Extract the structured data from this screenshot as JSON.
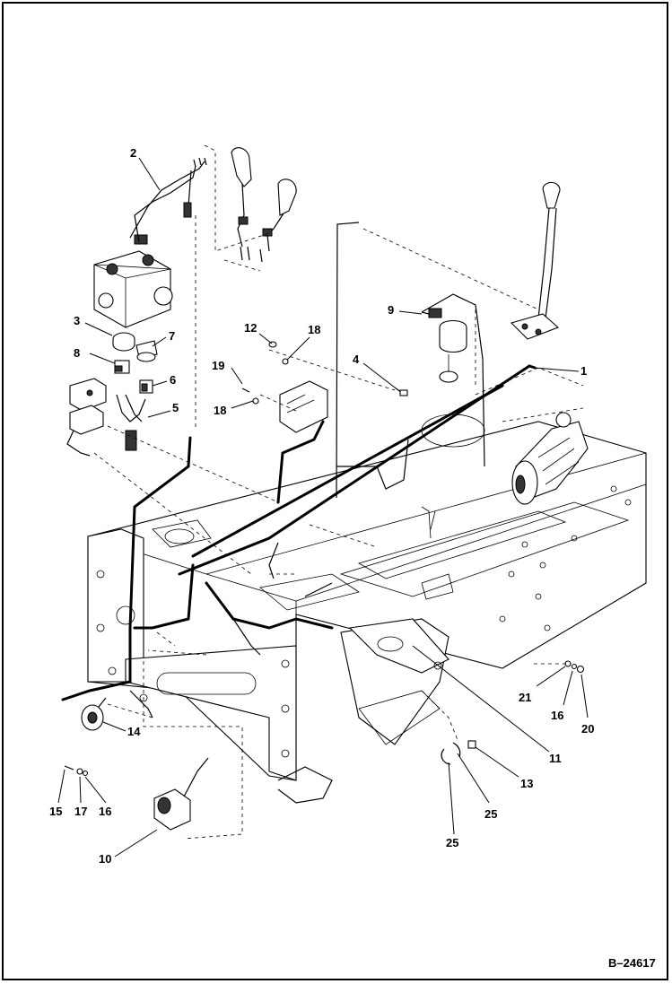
{
  "figure_id": "B–24617",
  "callouts": [
    {
      "id": "c1",
      "text": "1"
    },
    {
      "id": "c2",
      "text": "2"
    },
    {
      "id": "c3",
      "text": "3"
    },
    {
      "id": "c4",
      "text": "4"
    },
    {
      "id": "c5",
      "text": "5"
    },
    {
      "id": "c6",
      "text": "6"
    },
    {
      "id": "c7",
      "text": "7"
    },
    {
      "id": "c8",
      "text": "8"
    },
    {
      "id": "c9",
      "text": "9"
    },
    {
      "id": "c10",
      "text": "10"
    },
    {
      "id": "c11",
      "text": "11"
    },
    {
      "id": "c12",
      "text": "12"
    },
    {
      "id": "c13",
      "text": "13"
    },
    {
      "id": "c14",
      "text": "14"
    },
    {
      "id": "c15",
      "text": "15"
    },
    {
      "id": "c16a",
      "text": "16"
    },
    {
      "id": "c16b",
      "text": "16"
    },
    {
      "id": "c17",
      "text": "17"
    },
    {
      "id": "c18a",
      "text": "18"
    },
    {
      "id": "c18b",
      "text": "18"
    },
    {
      "id": "c19",
      "text": "19"
    },
    {
      "id": "c20",
      "text": "20"
    },
    {
      "id": "c21",
      "text": "21"
    },
    {
      "id": "c25a",
      "text": "25"
    },
    {
      "id": "c25b",
      "text": "25"
    }
  ]
}
